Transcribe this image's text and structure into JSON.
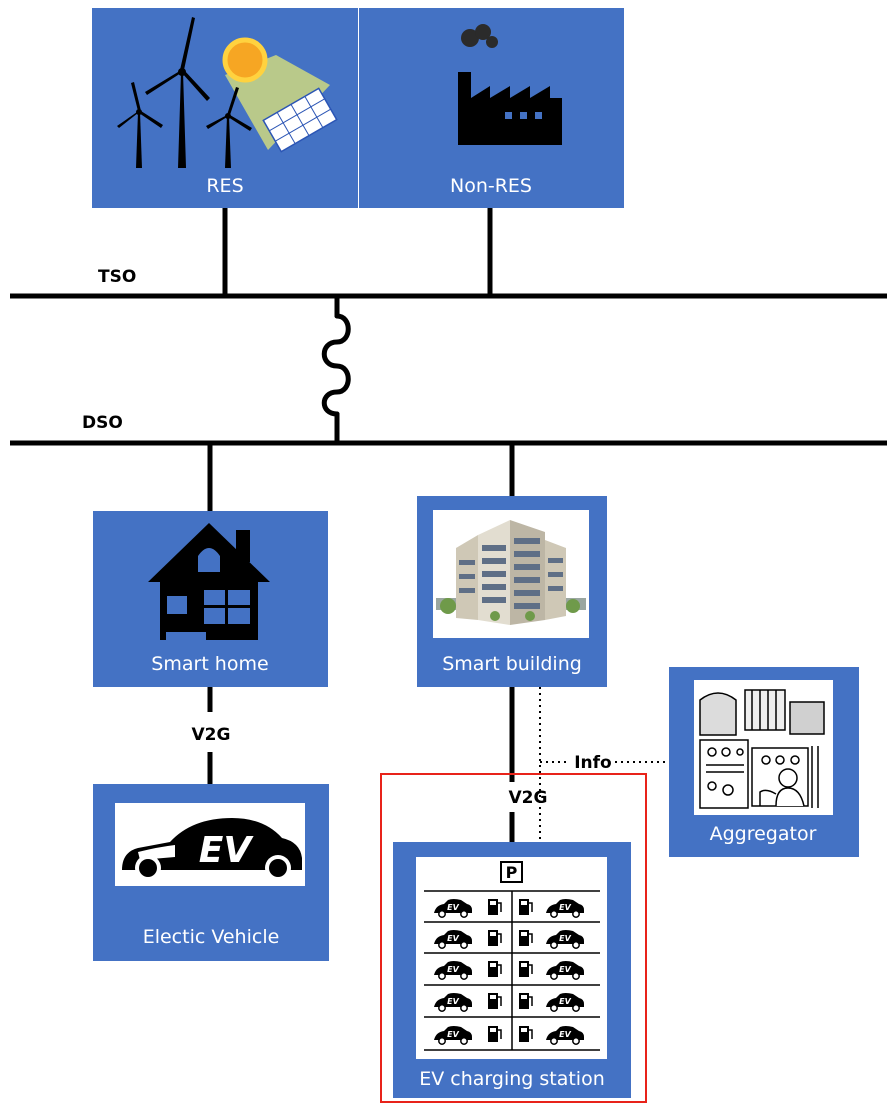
{
  "colors": {
    "box_fill": "#4472C4",
    "line": "#000000",
    "highlight_border": "#E8231A",
    "label_text": "#FFFFFF"
  },
  "buses": {
    "tso": "TSO",
    "dso": "DSO"
  },
  "nodes": {
    "res": {
      "label": "RES",
      "icon": "wind-solar-icon"
    },
    "non_res": {
      "label": "Non-RES",
      "icon": "factory-icon"
    },
    "smart_home": {
      "label": "Smart home",
      "icon": "house-icon"
    },
    "smart_building": {
      "label": "Smart building",
      "icon": "office-building-icon"
    },
    "electric_vehicle": {
      "label": "Electic Vehicle",
      "icon": "ev-car-icon"
    },
    "ev_charging_station": {
      "label": "EV charging station",
      "icon": "parking-ev-icon",
      "parking_sign": "P",
      "badge": "EV"
    },
    "aggregator": {
      "label": "Aggregator",
      "icon": "control-room-icon"
    }
  },
  "links": {
    "home_v2g": "V2G",
    "building_v2g": "V2G",
    "info": "Info"
  },
  "ev_badge": "EV"
}
